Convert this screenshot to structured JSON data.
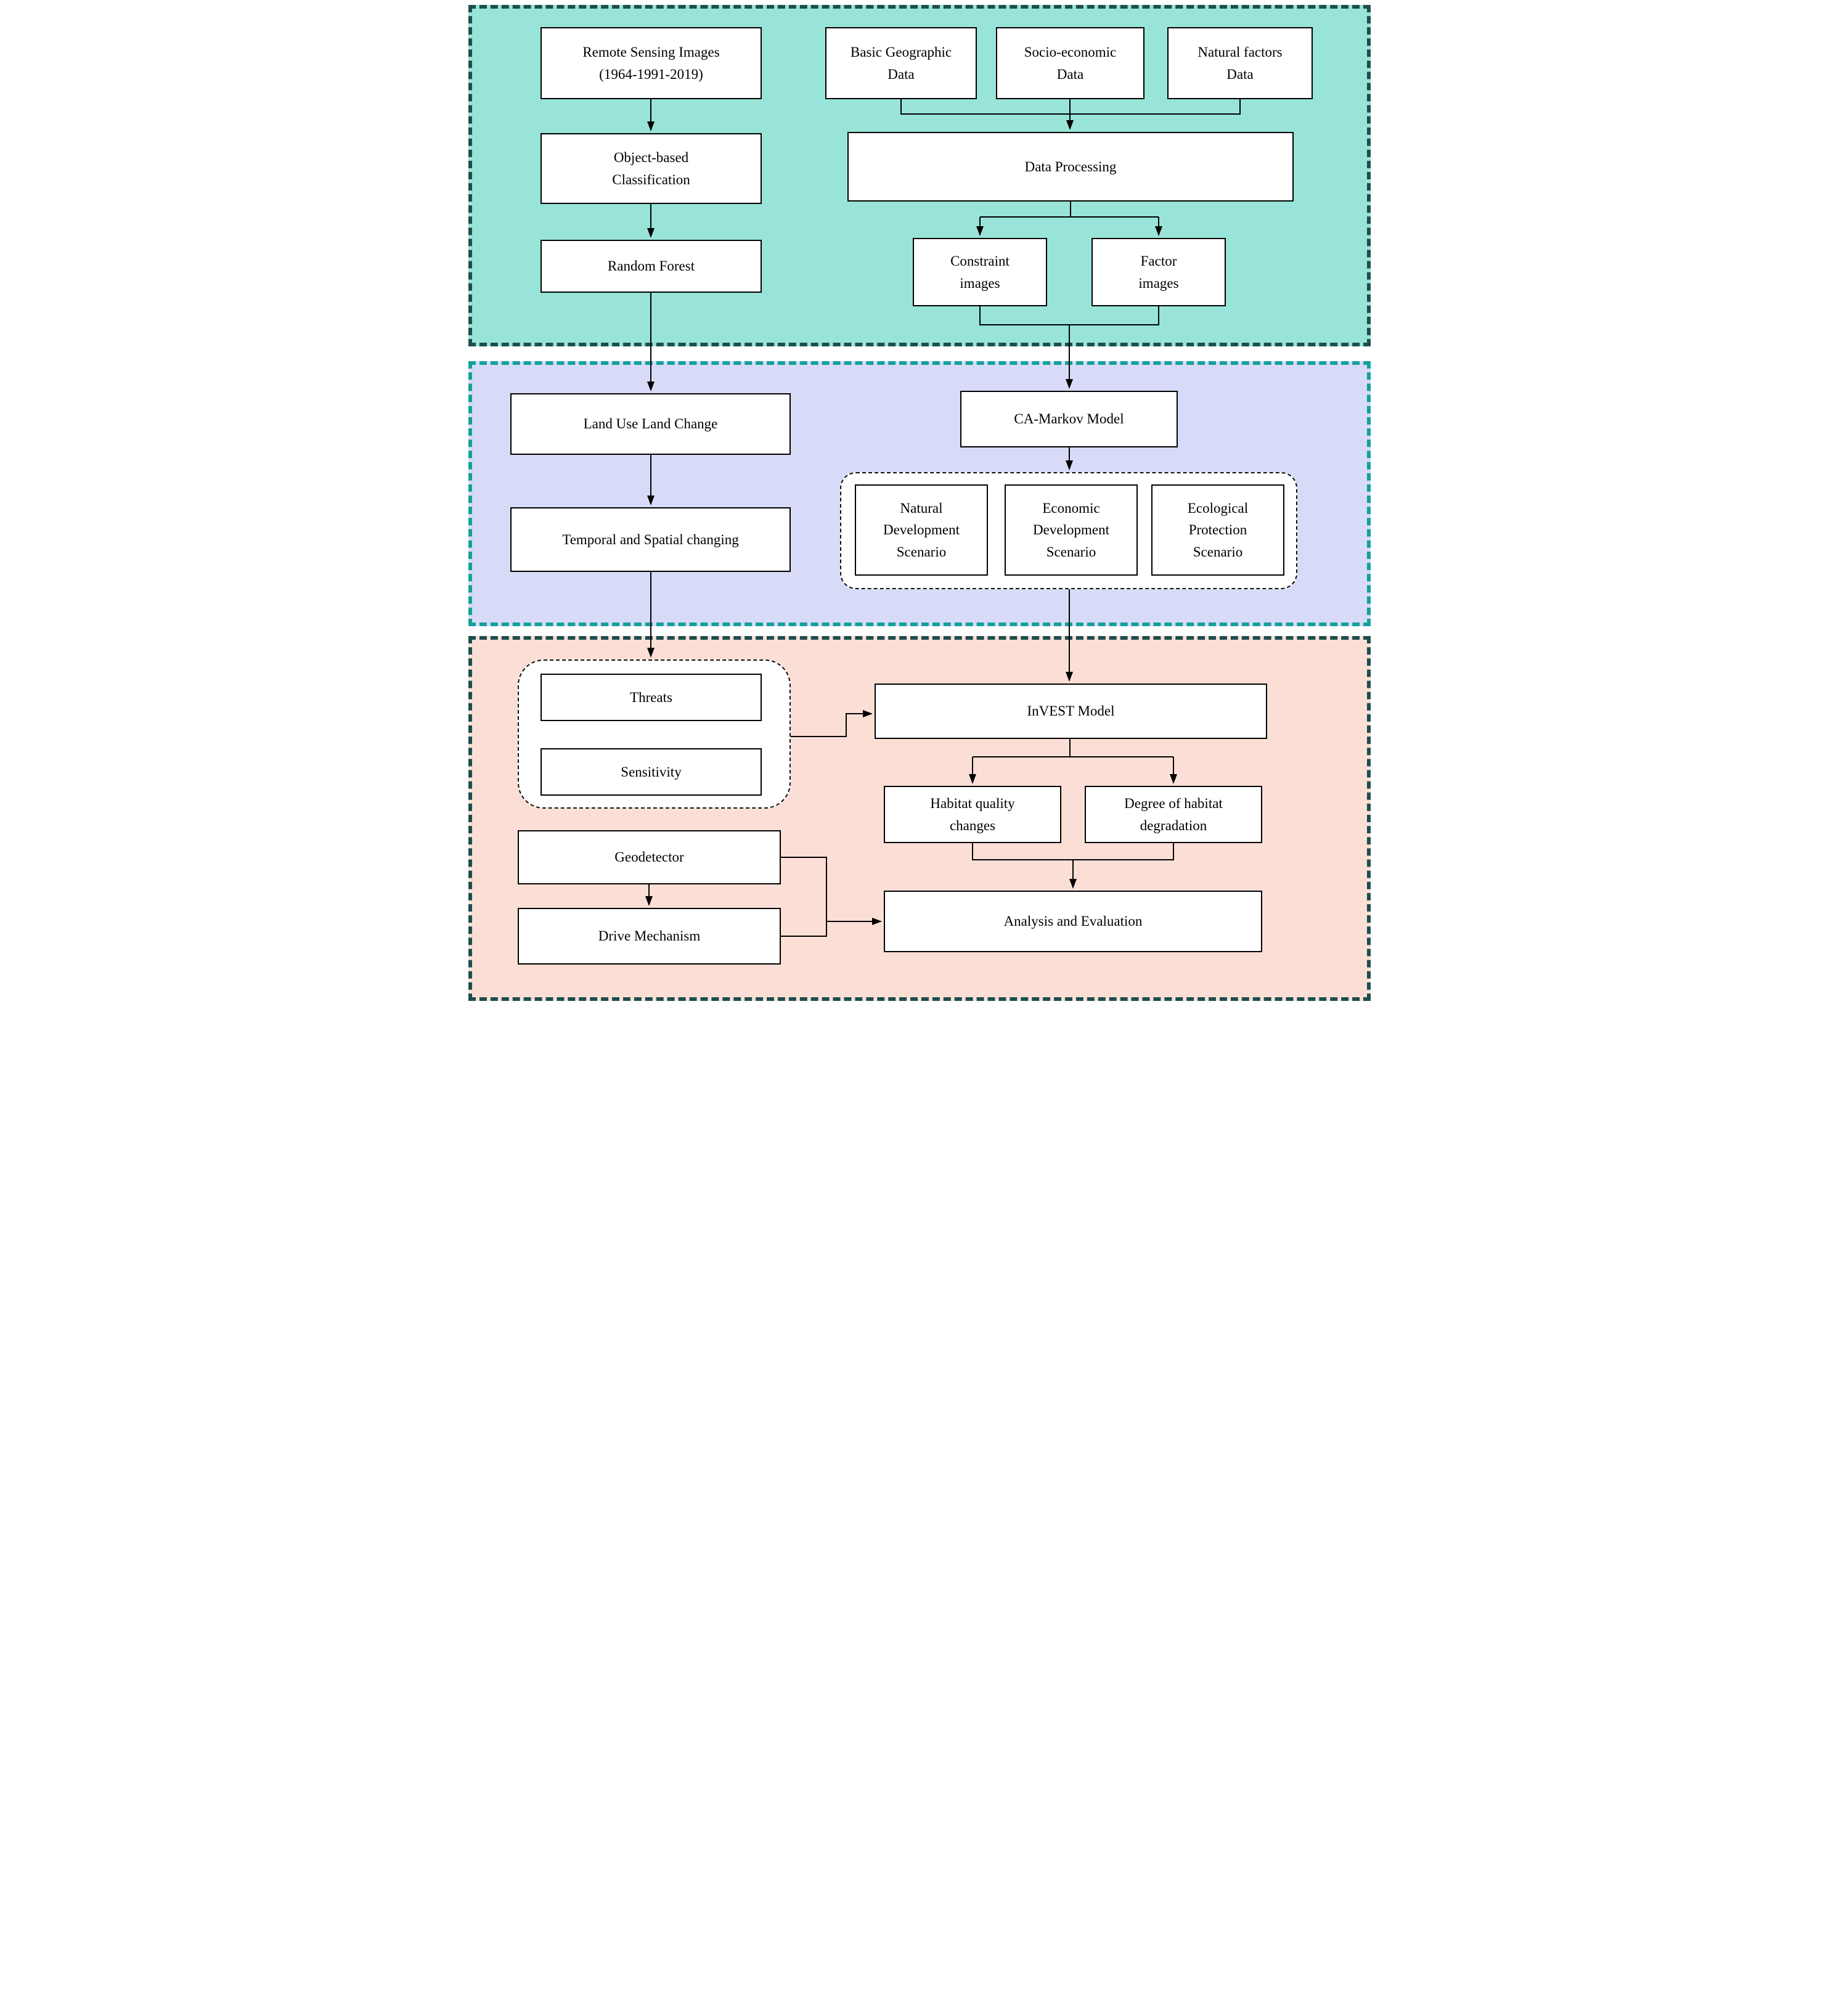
{
  "diagram_type": "flowchart",
  "colors": {
    "section_top_bg": "#98e4d8",
    "section_top_border": "#1d4e4e",
    "section_middle_bg": "#d8dbf7",
    "section_middle_border": "#12a19d",
    "section_bottom_bg": "#fbdfd6",
    "section_bottom_border": "#1d4e4e",
    "box_bg": "#ffffff",
    "box_border": "#000000",
    "connector": "#000000"
  },
  "sections": {
    "top": {
      "nodes": {
        "remote_sensing": "Remote Sensing Images\n(1964-1991-2019)",
        "basic_geographic": "Basic Geographic\nData",
        "socio_economic": "Socio-economic\nData",
        "natural_factors": "Natural factors\nData",
        "object_based": "Object-based\nClassification",
        "data_processing": "Data Processing",
        "random_forest": "Random Forest",
        "constraint_images": "Constraint\nimages",
        "factor_images": "Factor\nimages"
      }
    },
    "middle": {
      "nodes": {
        "land_use_land_change": "Land Use Land Change",
        "ca_markov_model": "CA-Markov Model",
        "temporal_spatial": "Temporal and Spatial changing",
        "natural_dev_scenario": "Natural\nDevelopment\nScenario",
        "economic_dev_scenario": "Economic\nDevelopment\nScenario",
        "ecological_prot_scenario": "Ecological\nProtection\nScenario"
      }
    },
    "bottom": {
      "nodes": {
        "threats": "Threats",
        "sensitivity": "Sensitivity",
        "invest_model": "InVEST Model",
        "habitat_quality_changes": "Habitat quality\nchanges",
        "degree_habitat_degradation": "Degree of habitat\ndegradation",
        "geodetector": "Geodetector",
        "drive_mechanism": "Drive Mechanism",
        "analysis_evaluation": "Analysis and Evaluation"
      }
    }
  },
  "edges": [
    {
      "from": "remote_sensing",
      "to": "object_based"
    },
    {
      "from": "object_based",
      "to": "random_forest"
    },
    {
      "from": "random_forest",
      "to": "land_use_land_change"
    },
    {
      "from": "basic_geographic",
      "to": "data_processing"
    },
    {
      "from": "socio_economic",
      "to": "data_processing"
    },
    {
      "from": "natural_factors",
      "to": "data_processing"
    },
    {
      "from": "data_processing",
      "to": "constraint_images"
    },
    {
      "from": "data_processing",
      "to": "factor_images"
    },
    {
      "from": "constraint_images",
      "to": "ca_markov_model"
    },
    {
      "from": "factor_images",
      "to": "ca_markov_model"
    },
    {
      "from": "land_use_land_change",
      "to": "temporal_spatial"
    },
    {
      "from": "temporal_spatial",
      "to": "threats_sensitivity_group"
    },
    {
      "from": "ca_markov_model",
      "to": "scenarios_group"
    },
    {
      "from": "scenarios_group",
      "to": "invest_model"
    },
    {
      "from": "threats_sensitivity_group",
      "to": "invest_model"
    },
    {
      "from": "invest_model",
      "to": "habitat_quality_changes"
    },
    {
      "from": "invest_model",
      "to": "degree_habitat_degradation"
    },
    {
      "from": "habitat_quality_changes",
      "to": "analysis_evaluation"
    },
    {
      "from": "degree_habitat_degradation",
      "to": "analysis_evaluation"
    },
    {
      "from": "geodetector",
      "to": "drive_mechanism"
    },
    {
      "from": "geodetector",
      "to": "analysis_evaluation"
    },
    {
      "from": "drive_mechanism",
      "to": "analysis_evaluation"
    }
  ]
}
